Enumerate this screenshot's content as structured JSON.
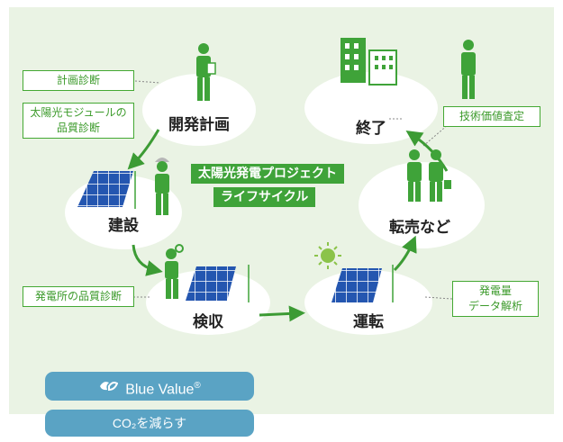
{
  "diagram": {
    "center_title": [
      "太陽光発電プロジェクト",
      "ライフサイクル"
    ],
    "stages": {
      "planning": "開発計画",
      "construction": "建設",
      "inspection": "検収",
      "operation": "運転",
      "resale": "転売など",
      "end": "終了"
    },
    "services": {
      "plan_diagnosis": "計画診断",
      "module_quality": [
        "太陽光モジュールの",
        "品質診断"
      ],
      "plant_quality": "発電所の品質診断",
      "generation_analysis": [
        "発電量",
        "データ解析"
      ],
      "technical_valuation": "技術価値査定"
    }
  },
  "brand": {
    "name": "Blue Value",
    "mark": "®",
    "tagline": "CO₂を減らす",
    "icon": "leaf-swirl-icon"
  },
  "colors": {
    "background": "#eaf3e4",
    "green": "#3fa339",
    "arrow_green": "#3c9b34",
    "panel_blue": "#1f4fa8",
    "pill_blue": "#5aa3c4"
  }
}
